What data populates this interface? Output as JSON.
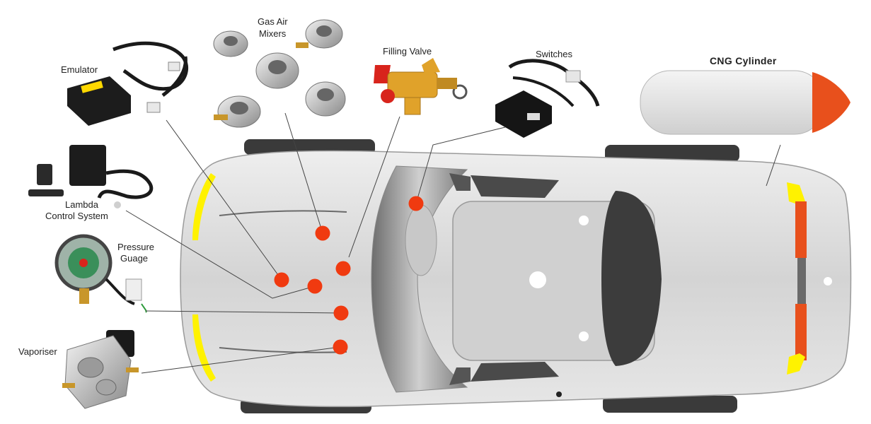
{
  "labels": {
    "emulator": "Emulator",
    "gas_air_mixers_line1": "Gas Air",
    "gas_air_mixers_line2": "Mixers",
    "filling_valve": "Filling Valve",
    "switches": "Switches",
    "cng_cylinder": "CNG Cylinder",
    "lambda_line1": "Lambda",
    "lambda_line2": "Control System",
    "pressure_line1": "Pressure",
    "pressure_line2": "Guage",
    "vaporiser": "Vaporiser"
  },
  "colors": {
    "marker": "#f03a10",
    "car_body": "#d9d9d9",
    "headlight": "#fff200",
    "cylinder_cap": "#e8501c"
  }
}
